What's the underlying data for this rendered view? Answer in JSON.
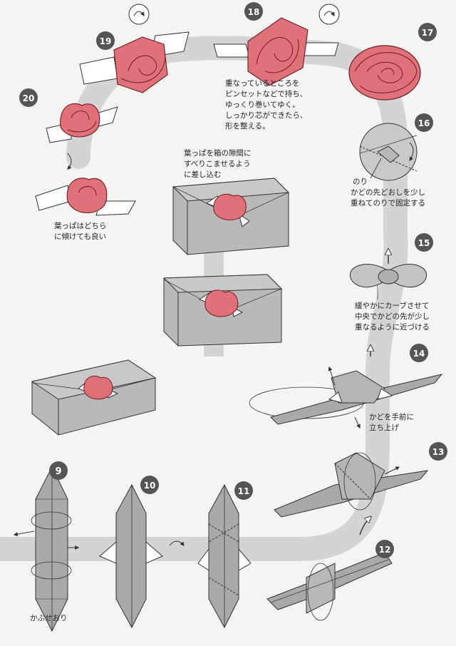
{
  "steps": {
    "s9": "9",
    "s10": "10",
    "s11": "11",
    "s12": "12",
    "s13": "13",
    "s14": "14",
    "s15": "15",
    "s16": "16",
    "s17": "17",
    "s18": "18",
    "s19": "19",
    "s20": "20"
  },
  "notes": {
    "step18": [
      "重なっているところを",
      "ピンセットなどで持ち、",
      "ゆっくり巻いてゆく。",
      "しっかり芯ができたら、",
      "形を整える。"
    ],
    "step16": [
      "かどの先どおしを少し",
      "重ねてのりで固定する"
    ],
    "nori": "のり",
    "step15": [
      "緩やかにカーブさせて",
      "中央でかどの先が少し",
      "重なるように近づける"
    ],
    "step14": [
      "かどを手前に",
      "立ち上げ"
    ],
    "leaf_tilt": [
      "葉っぱはどちら",
      "に傾けても良い"
    ],
    "box_slip": [
      "葉っぱを箱の隙間に",
      "すべりこませるよう",
      "に差し込む"
    ],
    "step9": "かぶせおり"
  },
  "colors": {
    "rose": "#e06a70",
    "rose_light": "#f4a7a8",
    "paper_gray": "#a8a8a8",
    "path_band": "#cfcfcf",
    "badge": "#555555"
  }
}
